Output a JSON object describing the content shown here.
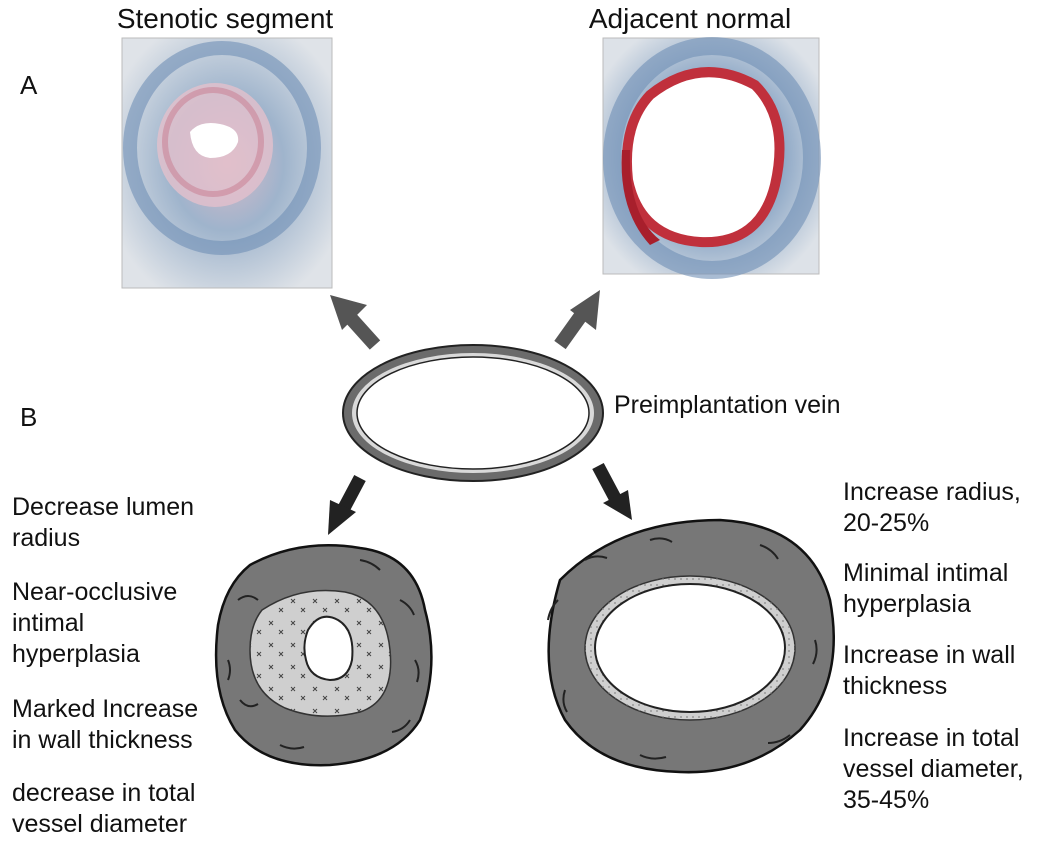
{
  "panel_a_label": "A",
  "panel_b_label": "B",
  "stenotic_title": "Stenotic segment",
  "normal_title": "Adjacent normal",
  "preimplantation_label": "Preimplantation vein",
  "stenotic_notes": [
    "Decrease lumen\nradius",
    "Near-occlusive\nintimal\nhyperplasia",
    "Marked Increase\nin wall thickness",
    "decrease in total\nvessel diameter"
  ],
  "normal_notes": [
    "Increase radius,\n20-25%",
    "Minimal intimal\nhyperplasia",
    "Increase in wall\nthickness",
    "Increase in total\nvessel diameter,\n35-45%"
  ],
  "colors": {
    "wall": "#6b6b6b",
    "intima": "#cfcfcf",
    "arrow": "#555555",
    "stain_blue": "#8aa6c4",
    "stain_red": "#c0303c"
  }
}
